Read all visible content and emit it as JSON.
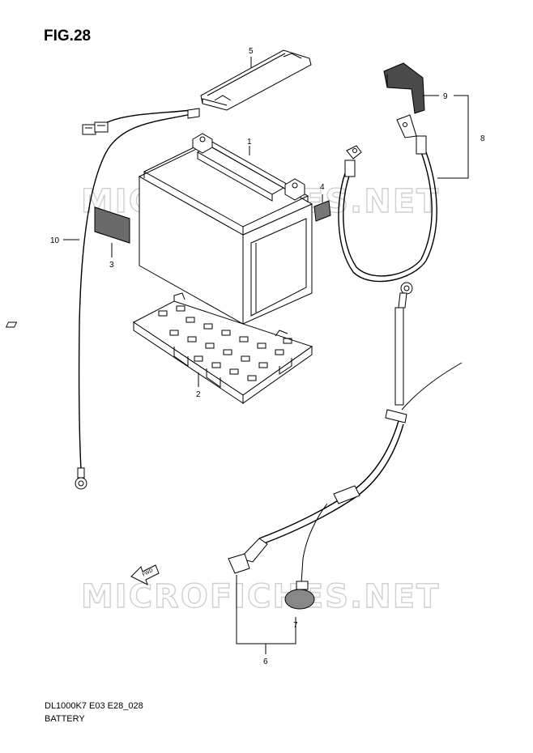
{
  "figure": {
    "title": "FIG.28"
  },
  "footer": {
    "model_code": "DL1000K7 E03 E28_028",
    "name": "BATTERY"
  },
  "watermark": {
    "text": "MICROFICHES.NET"
  },
  "fwd_label": "FWD",
  "callouts": [
    {
      "id": "c1",
      "number": "1"
    },
    {
      "id": "c2",
      "number": "2"
    },
    {
      "id": "c3",
      "number": "3"
    },
    {
      "id": "c4",
      "number": "4"
    },
    {
      "id": "c5",
      "number": "5"
    },
    {
      "id": "c6",
      "number": "6"
    },
    {
      "id": "c7",
      "number": "7"
    },
    {
      "id": "c8",
      "number": "8"
    },
    {
      "id": "c9",
      "number": "9"
    },
    {
      "id": "c10",
      "number": "10"
    }
  ]
}
